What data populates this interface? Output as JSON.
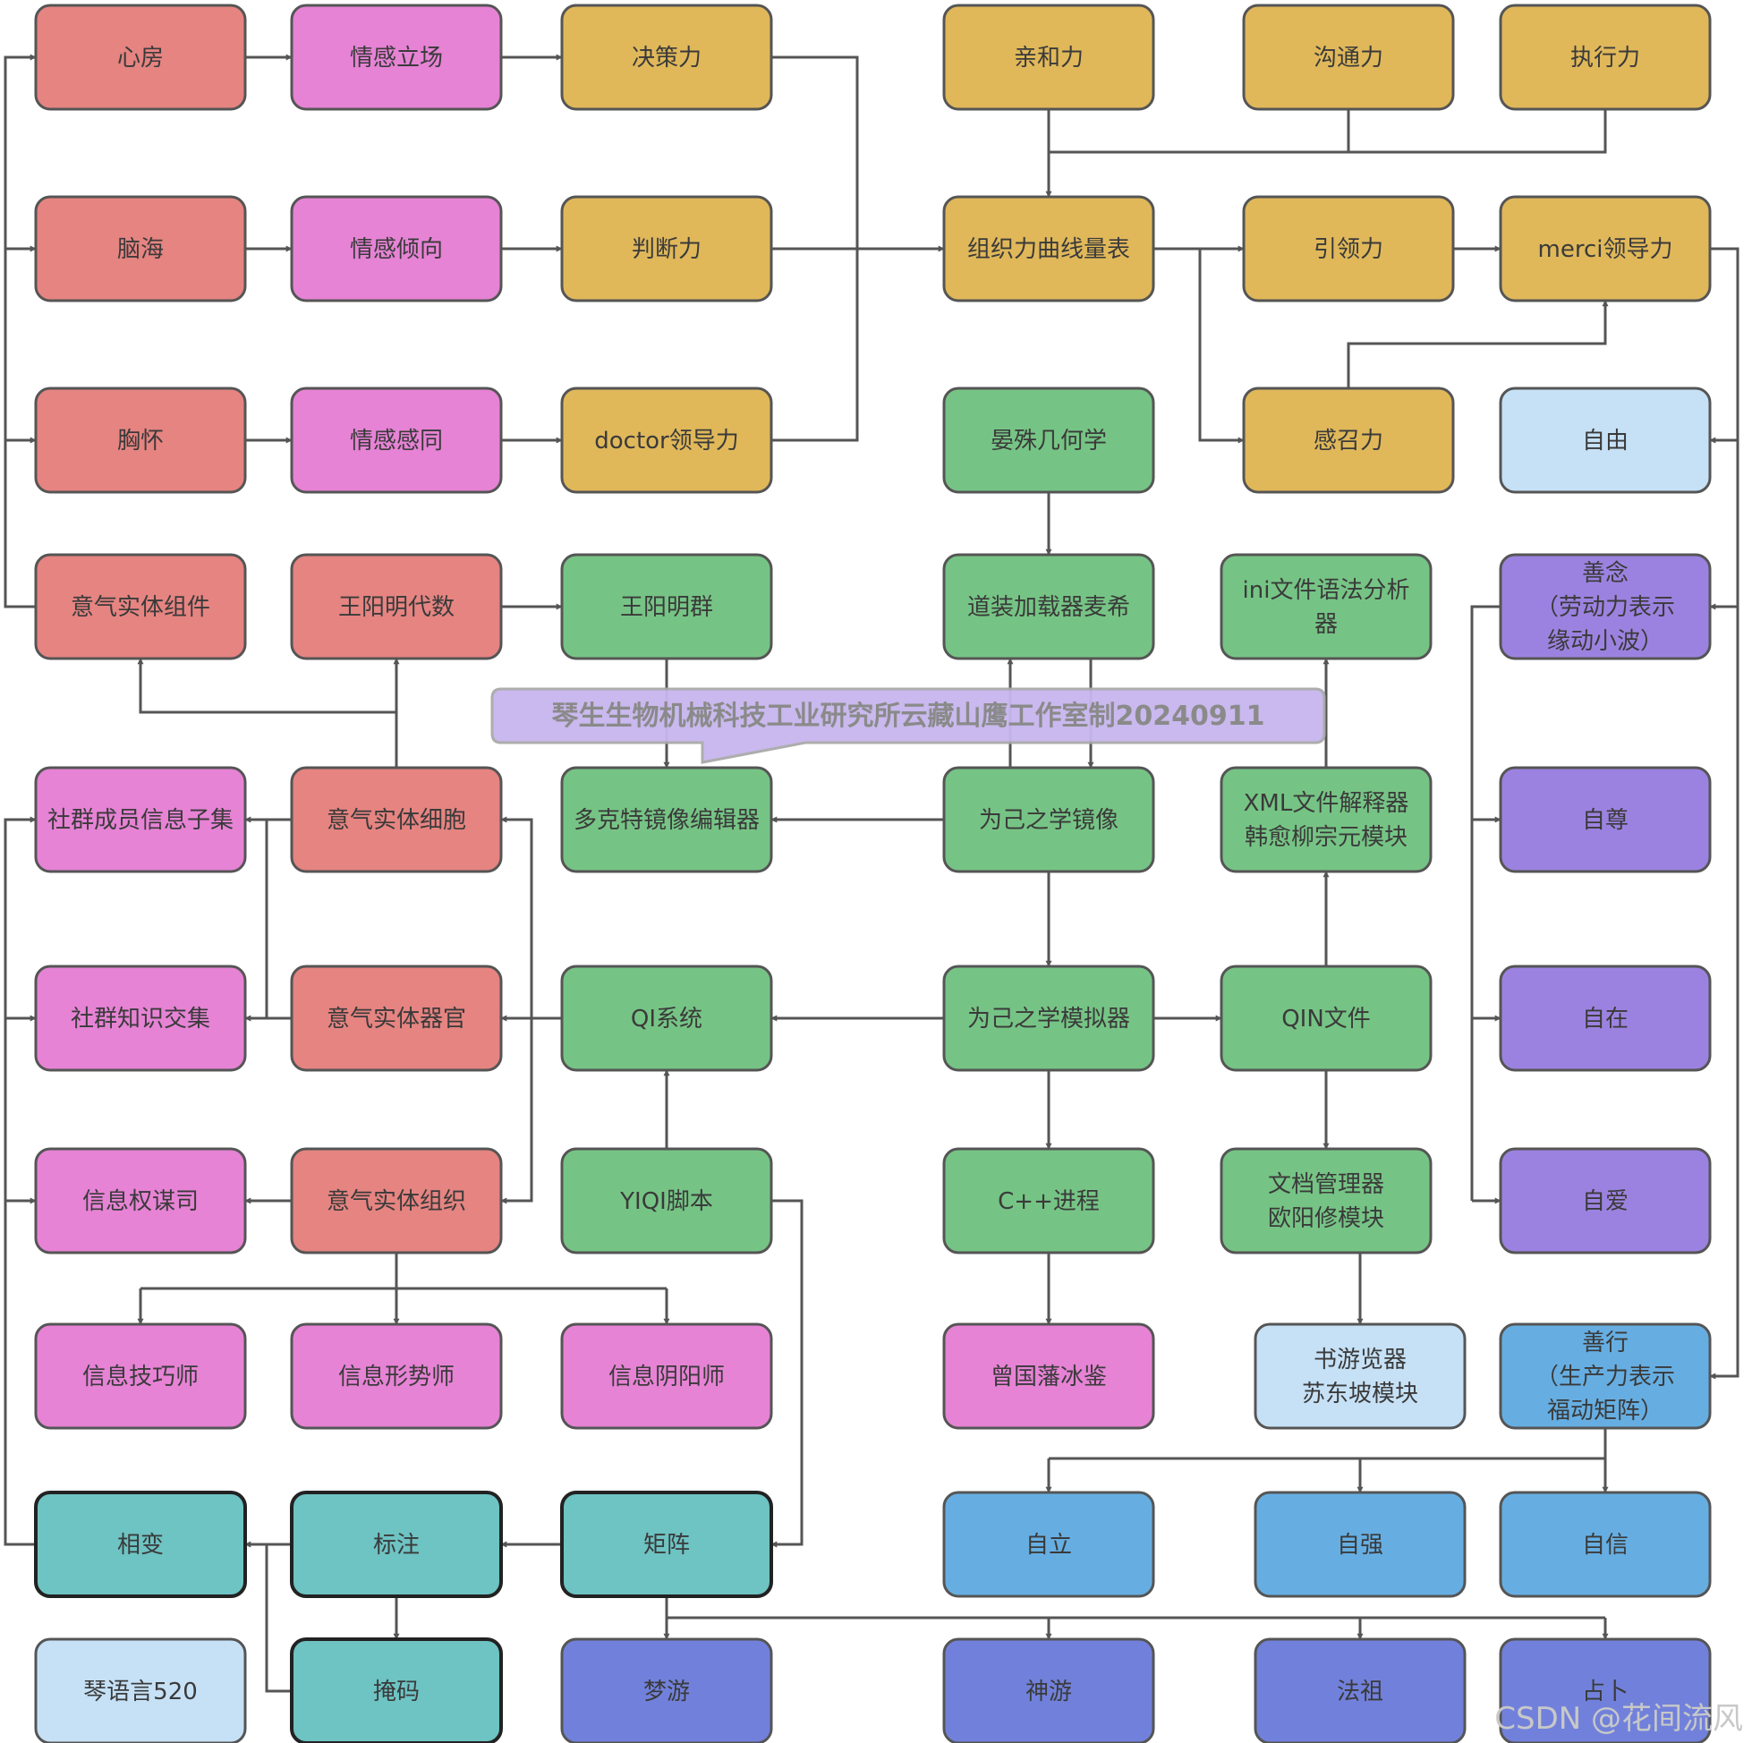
{
  "colors": {
    "red": "#e58481",
    "pink": "#e683d5",
    "gold": "#e0b85a",
    "green": "#76c485",
    "lightblue": "#c6e1f6",
    "purple": "#9c82e0",
    "teal": "#6ec3c3",
    "blue": "#66aee2",
    "indigo": "#7181db",
    "stroke": "#555555",
    "callout_fill": "#c7b6ee",
    "callout_stroke": "#a9a9a9"
  },
  "nodes": [
    {
      "id": "n_xinfang",
      "lines": [
        "心房"
      ],
      "color": "red"
    },
    {
      "id": "n_qinggan_lichang",
      "lines": [
        "情感立场"
      ],
      "color": "pink"
    },
    {
      "id": "n_juece",
      "lines": [
        "决策力"
      ],
      "color": "gold"
    },
    {
      "id": "n_qinhe",
      "lines": [
        "亲和力"
      ],
      "color": "gold"
    },
    {
      "id": "n_goutong",
      "lines": [
        "沟通力"
      ],
      "color": "gold"
    },
    {
      "id": "n_zhixing",
      "lines": [
        "执行力"
      ],
      "color": "gold"
    },
    {
      "id": "n_naohai",
      "lines": [
        "脑海"
      ],
      "color": "red"
    },
    {
      "id": "n_qinggan_qingxiang",
      "lines": [
        "情感倾向"
      ],
      "color": "pink"
    },
    {
      "id": "n_panduan",
      "lines": [
        "判断力"
      ],
      "color": "gold"
    },
    {
      "id": "n_zuzhi",
      "lines": [
        "组织力曲线量表"
      ],
      "color": "gold"
    },
    {
      "id": "n_yinling",
      "lines": [
        "引领力"
      ],
      "color": "gold"
    },
    {
      "id": "n_merci",
      "lines": [
        "merci领导力"
      ],
      "color": "gold"
    },
    {
      "id": "n_xionghuai",
      "lines": [
        "胸怀"
      ],
      "color": "red"
    },
    {
      "id": "n_qinggan_gantong",
      "lines": [
        "情感感同"
      ],
      "color": "pink"
    },
    {
      "id": "n_doctor",
      "lines": [
        "doctor领导力"
      ],
      "color": "gold"
    },
    {
      "id": "n_yanshu",
      "lines": [
        "晏殊几何学"
      ],
      "color": "green"
    },
    {
      "id": "n_ganzhao",
      "lines": [
        "感召力"
      ],
      "color": "gold"
    },
    {
      "id": "n_ziyou",
      "lines": [
        "自由"
      ],
      "color": "lightblue"
    },
    {
      "id": "n_yiqi_zujian",
      "lines": [
        "意气实体组件"
      ],
      "color": "red"
    },
    {
      "id": "n_wym_daishu",
      "lines": [
        "王阳明代数"
      ],
      "color": "red"
    },
    {
      "id": "n_wym_qun",
      "lines": [
        "王阳明群"
      ],
      "color": "green"
    },
    {
      "id": "n_daozhuang",
      "lines": [
        "道装加载器麦希"
      ],
      "color": "green"
    },
    {
      "id": "n_ini",
      "lines": [
        "ini文件语法分析",
        "器"
      ],
      "color": "green"
    },
    {
      "id": "n_shannian",
      "lines": [
        "善念",
        "（劳动力表示",
        "缘动小波）"
      ],
      "color": "purple"
    },
    {
      "id": "n_shequn_xinxi",
      "lines": [
        "社群成员信息子集"
      ],
      "color": "pink"
    },
    {
      "id": "n_yiqi_xibao",
      "lines": [
        "意气实体细胞"
      ],
      "color": "red"
    },
    {
      "id": "n_duokete",
      "lines": [
        "多克特镜像编辑器"
      ],
      "color": "green"
    },
    {
      "id": "n_weiji_jingxiang",
      "lines": [
        "为己之学镜像"
      ],
      "color": "green"
    },
    {
      "id": "n_xml",
      "lines": [
        "XML文件解释器",
        "韩愈柳宗元模块"
      ],
      "color": "green"
    },
    {
      "id": "n_zizun",
      "lines": [
        "自尊"
      ],
      "color": "purple"
    },
    {
      "id": "n_shequn_zhishi",
      "lines": [
        "社群知识交集"
      ],
      "color": "pink"
    },
    {
      "id": "n_yiqi_qiguan",
      "lines": [
        "意气实体器官"
      ],
      "color": "red"
    },
    {
      "id": "n_qi_xitong",
      "lines": [
        "QI系统"
      ],
      "color": "green"
    },
    {
      "id": "n_weiji_moniqi",
      "lines": [
        "为己之学模拟器"
      ],
      "color": "green"
    },
    {
      "id": "n_qin_wenjian",
      "lines": [
        "QIN文件"
      ],
      "color": "green"
    },
    {
      "id": "n_zizai",
      "lines": [
        "自在"
      ],
      "color": "purple"
    },
    {
      "id": "n_xinxi_quanmou",
      "lines": [
        "信息权谋司"
      ],
      "color": "pink"
    },
    {
      "id": "n_yiqi_zuzhi",
      "lines": [
        "意气实体组织"
      ],
      "color": "red"
    },
    {
      "id": "n_yiqi_jiaoben",
      "lines": [
        "YIQI脚本"
      ],
      "color": "green"
    },
    {
      "id": "n_cpp",
      "lines": [
        "C++进程"
      ],
      "color": "green"
    },
    {
      "id": "n_wendang",
      "lines": [
        "文档管理器",
        "欧阳修模块"
      ],
      "color": "green"
    },
    {
      "id": "n_ziai",
      "lines": [
        "自爱"
      ],
      "color": "purple"
    },
    {
      "id": "n_xinxi_jiqiao",
      "lines": [
        "信息技巧师"
      ],
      "color": "pink"
    },
    {
      "id": "n_xinxi_xingshi",
      "lines": [
        "信息形势师"
      ],
      "color": "pink"
    },
    {
      "id": "n_xinxi_yinyang",
      "lines": [
        "信息阴阳师"
      ],
      "color": "pink"
    },
    {
      "id": "n_zeng",
      "lines": [
        "曾国藩冰鉴"
      ],
      "color": "pink"
    },
    {
      "id": "n_shuyou",
      "lines": [
        "书游览器",
        "苏东坡模块"
      ],
      "color": "lightblue"
    },
    {
      "id": "n_shanxing",
      "lines": [
        "善行",
        "（生产力表示",
        "福动矩阵）"
      ],
      "color": "blue"
    },
    {
      "id": "n_xiangbian",
      "lines": [
        "相变"
      ],
      "color": "teal"
    },
    {
      "id": "n_biaozhu",
      "lines": [
        "标注"
      ],
      "color": "teal"
    },
    {
      "id": "n_juzhen",
      "lines": [
        "矩阵"
      ],
      "color": "teal"
    },
    {
      "id": "n_zili",
      "lines": [
        "自立"
      ],
      "color": "blue"
    },
    {
      "id": "n_ziqiang",
      "lines": [
        "自强"
      ],
      "color": "blue"
    },
    {
      "id": "n_zixin",
      "lines": [
        "自信"
      ],
      "color": "blue"
    },
    {
      "id": "n_qinyuyan",
      "lines": [
        "琴语言520"
      ],
      "color": "lightblue"
    },
    {
      "id": "n_yanma",
      "lines": [
        "掩码"
      ],
      "color": "teal"
    },
    {
      "id": "n_mengyou",
      "lines": [
        "梦游"
      ],
      "color": "indigo"
    },
    {
      "id": "n_shenyou",
      "lines": [
        "神游"
      ],
      "color": "indigo"
    },
    {
      "id": "n_fazu",
      "lines": [
        "法祖"
      ],
      "color": "indigo"
    },
    {
      "id": "n_zhanbu",
      "lines": [
        "占卜"
      ],
      "color": "indigo"
    }
  ],
  "callout": {
    "text": "琴生生物机械科技工业研究所云藏山鹰工作室制20240911"
  },
  "watermark": {
    "text": "CSDN @花间流风"
  }
}
